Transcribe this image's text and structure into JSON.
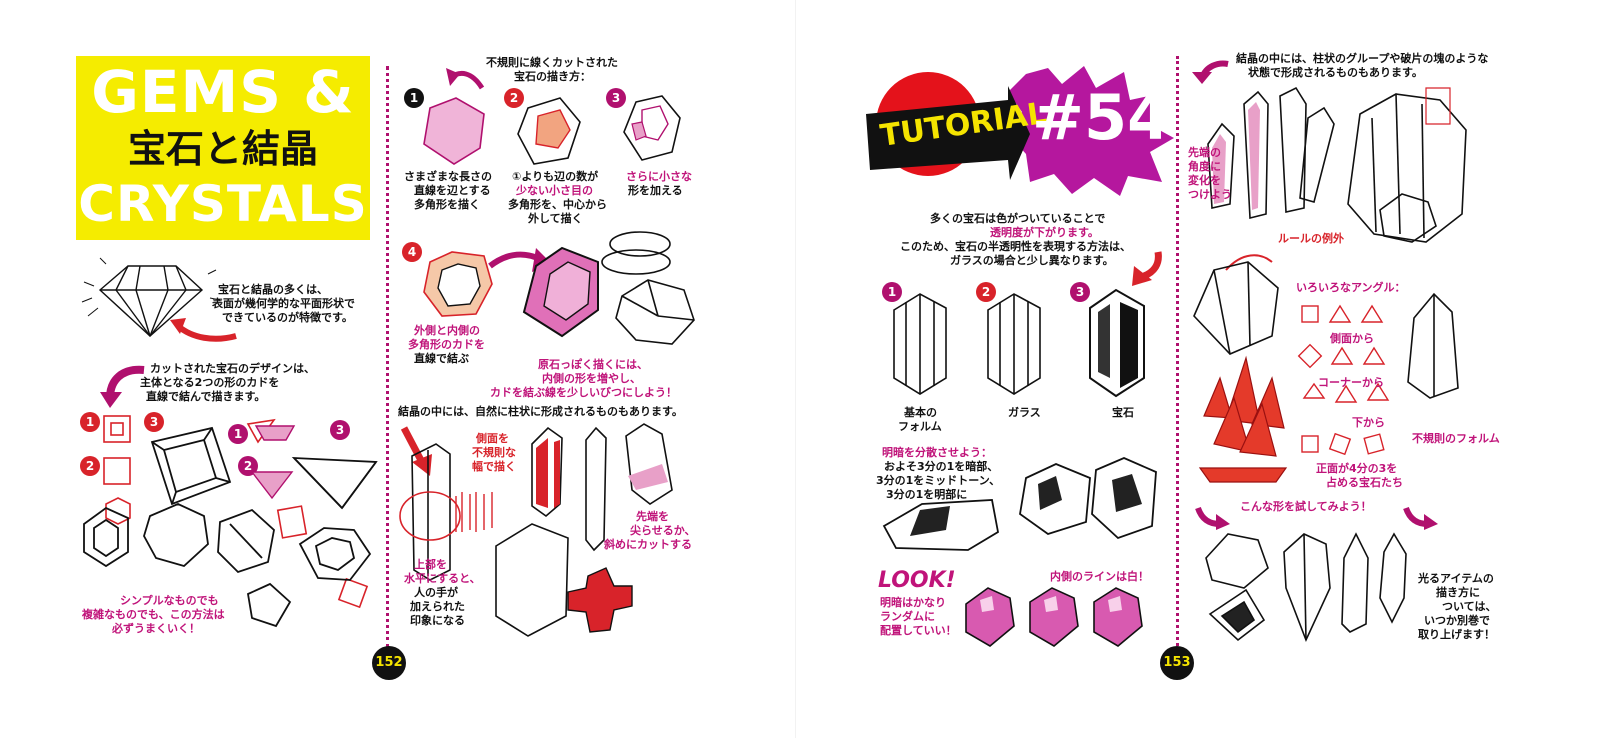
{
  "title": {
    "line_en_1": "GEMS &",
    "line_jp": "宝石と結晶",
    "line_en_2": "CRYSTALS"
  },
  "left": {
    "intro": [
      "宝石と結晶の多くは、",
      "表面が幾何学的な平面形状で",
      "できているのが特徴です。"
    ],
    "cut_design": [
      "カットされた宝石のデザインは、",
      "主体となる2つの形のカドを",
      "直線で結んで描きます。"
    ],
    "simple_note": [
      "シンプルなものでも",
      "複雑なものでも、この方法は",
      "必ずうまくいく！"
    ],
    "irregular_heading": [
      "不規則に線くカットされた",
      "宝石の描き方："
    ],
    "step1": [
      "さまざまな長さの",
      "直線を辺とする",
      "多角形を描く"
    ],
    "step2": [
      "①よりも辺の数が",
      "少ない小さ目の",
      "多角形を、中心から",
      "外して描く"
    ],
    "step3": [
      "さらに小さな",
      "形を加える"
    ],
    "step4": [
      "外側と内側の",
      "多角形のカドを",
      "直線で結ぶ"
    ],
    "rough_tip": [
      "原石っぽく描くには、",
      "内側の形を増やし、",
      "カドを結ぶ線を少しいびつにしよう！"
    ],
    "crystal_heading": "結晶の中には、自然に柱状に形成されるものもあります。",
    "side_note": [
      "側面を",
      "不規則な",
      "幅で描く"
    ],
    "top_note": [
      "上部を",
      "水平にすると、",
      "人の手が",
      "加えられた",
      "印象になる"
    ],
    "tip_note": [
      "先端を",
      "尖らせるか、",
      "斜めにカットする"
    ],
    "numbers": [
      "1",
      "2",
      "3",
      "4"
    ],
    "page_number": "152"
  },
  "right": {
    "tutorial_label": "TUTORIAL",
    "tutorial_number": "#54",
    "intro": [
      "多くの宝石は色がついていることで",
      "透明度が下がります。",
      "このため、宝石の半透明性を表現する方法は、",
      "ガラスの場合と少し異なります。"
    ],
    "label_basic": [
      "基本の",
      "フォルム"
    ],
    "label_glass": "ガラス",
    "label_gem": "宝石",
    "shading": [
      "明暗を分散させよう：",
      "およそ3分の1を暗部、",
      "3分の1をミッドトーン、",
      "3分の1を明部に"
    ],
    "look": "LOOK!",
    "look_note": [
      "明暗はかなり",
      "ランダムに",
      "配置していい！"
    ],
    "inner_line": "内側のラインは白！",
    "group_heading": [
      "結晶の中には、柱状のグループや破片の塊のような",
      "状態で形成されるものもあります。"
    ],
    "angle_note": [
      "先端の",
      "角度に",
      "変化を",
      "つけよう"
    ],
    "rule_exception": "ルールの例外",
    "angles_heading": "いろいろなアングル：",
    "from_side": "側面から",
    "from_corner": "コーナーから",
    "from_below": "下から",
    "irregular_form": "不規則のフォルム",
    "facets_note": [
      "正面が4分の3を",
      "占める宝石たち"
    ],
    "try_shapes": "こんな形を試してみよう！",
    "shining_note": [
      "光るアイテムの",
      "描き方に",
      "ついては、",
      "いつか別巻で",
      "取り上げます！"
    ],
    "numbers": [
      "1",
      "2",
      "3"
    ],
    "page_number": "153"
  },
  "colors": {
    "title_yellow": "#f5ec00",
    "magenta": "#b0106e",
    "red": "#d8232a",
    "ink": "#111111"
  }
}
